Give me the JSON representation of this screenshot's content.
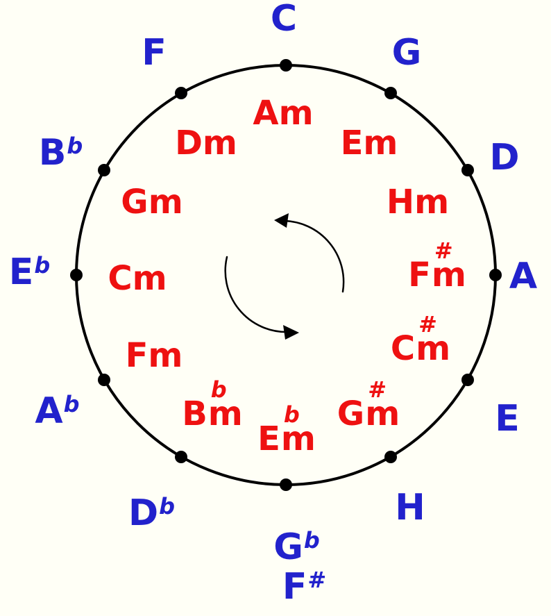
{
  "colors": {
    "major_keys": "#2222cc",
    "minor_keys": "#ee1111",
    "lines": "#000000",
    "background": "#fffff6"
  },
  "rotation_icon": "counterclockwise-circular-arrows",
  "outer_keys": {
    "c": {
      "base": "C",
      "acc": ""
    },
    "g": {
      "base": "G",
      "acc": ""
    },
    "d": {
      "base": "D",
      "acc": ""
    },
    "a": {
      "base": "A",
      "acc": ""
    },
    "e": {
      "base": "E",
      "acc": ""
    },
    "h": {
      "base": "H",
      "acc": ""
    },
    "gb": {
      "base": "G",
      "acc": "b"
    },
    "fs": {
      "base": "F",
      "acc": "#"
    },
    "db": {
      "base": "D",
      "acc": "b"
    },
    "ab": {
      "base": "A",
      "acc": "b"
    },
    "eb": {
      "base": "E",
      "acc": "b"
    },
    "bb": {
      "base": "B",
      "acc": "b"
    },
    "f": {
      "base": "F",
      "acc": ""
    }
  },
  "inner_keys": {
    "am": {
      "label": "Am"
    },
    "em": {
      "label": "Em"
    },
    "hm": {
      "label": "Hm"
    },
    "fsm": {
      "base": "F",
      "acc": "#",
      "suffix": "m"
    },
    "csm": {
      "base": "C",
      "acc": "#",
      "suffix": "m"
    },
    "gsm": {
      "base": "G",
      "acc": "#",
      "suffix": "m"
    },
    "ebm": {
      "base": "E",
      "acc": "b",
      "suffix": "m"
    },
    "bbm": {
      "base": "B",
      "acc": "b",
      "suffix": "m"
    },
    "fm": {
      "label": "Fm"
    },
    "cm": {
      "label": "Cm"
    },
    "gm": {
      "label": "Gm"
    },
    "dm": {
      "label": "Dm"
    }
  }
}
